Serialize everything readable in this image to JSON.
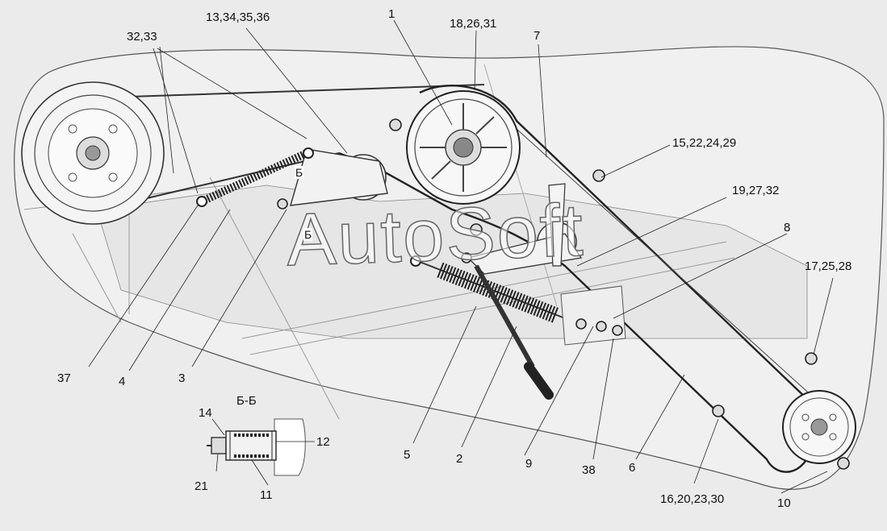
{
  "watermark": "AutoSoft",
  "section": {
    "title": "Б-Б",
    "marker": "Б"
  },
  "labels": [
    {
      "id": "l-32-33",
      "text": "32,33"
    },
    {
      "id": "l-13-34-35-36",
      "text": "13,34,35,36"
    },
    {
      "id": "l-1",
      "text": "1"
    },
    {
      "id": "l-18-26-31",
      "text": "18,26,31"
    },
    {
      "id": "l-7",
      "text": "7"
    },
    {
      "id": "l-15-22-24-29",
      "text": "15,22,24,29"
    },
    {
      "id": "l-19-27-32",
      "text": "19,27,32"
    },
    {
      "id": "l-8",
      "text": "8"
    },
    {
      "id": "l-17-25-28",
      "text": "17,25,28"
    },
    {
      "id": "l-37",
      "text": "37"
    },
    {
      "id": "l-4",
      "text": "4"
    },
    {
      "id": "l-3",
      "text": "3"
    },
    {
      "id": "l-5",
      "text": "5"
    },
    {
      "id": "l-2",
      "text": "2"
    },
    {
      "id": "l-9",
      "text": "9"
    },
    {
      "id": "l-38",
      "text": "38"
    },
    {
      "id": "l-6",
      "text": "6"
    },
    {
      "id": "l-16-20-23-30",
      "text": "16,20,23,30"
    },
    {
      "id": "l-10",
      "text": "10"
    },
    {
      "id": "l-14",
      "text": "14"
    },
    {
      "id": "l-12",
      "text": "12"
    },
    {
      "id": "l-21",
      "text": "21"
    },
    {
      "id": "l-11",
      "text": "11"
    }
  ]
}
